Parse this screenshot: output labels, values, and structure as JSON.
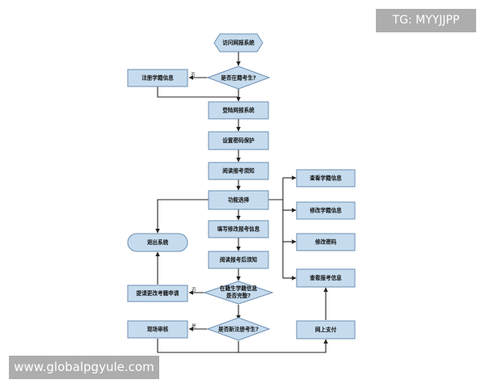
{
  "watermarks": {
    "top_right": "TG: MYYJJPP",
    "bottom_left": "www.globalpgyule.com"
  },
  "flowchart": {
    "start": "访问网报系统",
    "q_registered": "是否在籍考生?",
    "register_info": "注册学籍信息",
    "no_label_1": "否",
    "login": "登陆网报系统",
    "set_password": "设置密码保护",
    "read_notice": "阅读报考须知",
    "function_select": "功能选择",
    "exit_system": "退出系统",
    "fill_edit_info": "填写修改报考信息",
    "read_post_notice": "阅读报考后须知",
    "q_complete_line1": "在籍生学籍信息",
    "q_complete_line2": "是否完整?",
    "submit_change_request": "提请更改考籍申请",
    "no_label_2": "否",
    "q_new_registrant": "是否新注册考生?",
    "onsite_review": "现场审核",
    "yes_label": "是",
    "view_student_info": "查看学籍信息",
    "edit_student_info": "修改学籍信息",
    "change_password": "修改密码",
    "view_exam_info": "查看报考信息",
    "online_payment": "网上支付"
  }
}
